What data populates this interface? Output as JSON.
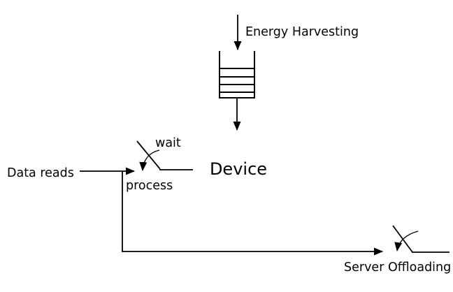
{
  "diagram": {
    "background_color": "#ffffff",
    "stroke_color": "#000000",
    "labels": {
      "energy_harvesting": "Energy Harvesting",
      "data_reads": "Data reads",
      "wait": "wait",
      "process": "process",
      "device": "Device",
      "server_offloading": "Server Offloading"
    },
    "structure": {
      "nodes": [
        "energy-queue",
        "device-box",
        "process-wait-switch",
        "server-offload-switch"
      ],
      "flows": [
        "Energy Harvesting arrow into energy queue",
        "Energy queue arrow into Device",
        "Data reads arrow into process/wait switch into Device",
        "Data reads branch down and right into server offloading switch"
      ]
    }
  }
}
